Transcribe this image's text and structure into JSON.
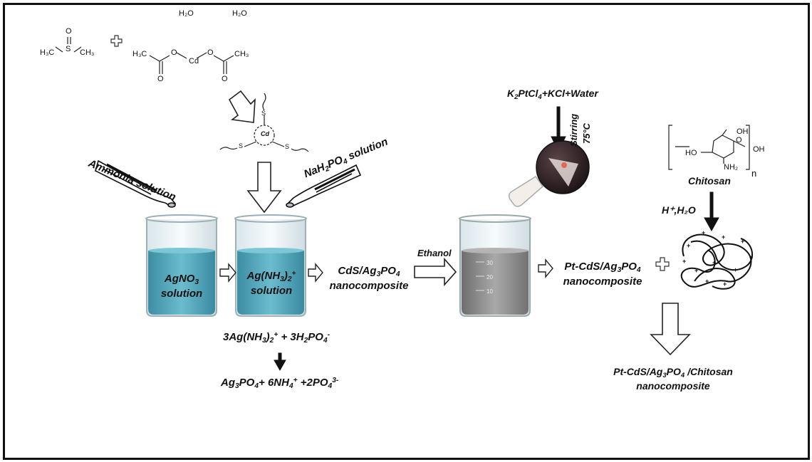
{
  "reagents_top": {
    "h2o_left": "H₂O",
    "h2o_right": "H₂O",
    "dmso_s": "S",
    "dmso_o": "O",
    "dmso_ch3_left": "H₃C",
    "dmso_ch3_right": "CH₃",
    "acetate_o1": "O",
    "acetate_o2": "O",
    "acetate_o3": "O",
    "acetate_o4": "O",
    "acetate_cd": "Cd",
    "acetate_ch3_left": "H₃C",
    "acetate_ch3_right": "CH₃"
  },
  "complex": {
    "center": "Cd",
    "s1": "S",
    "s2": "S",
    "s3": "S"
  },
  "labels": {
    "ammonia": "Ammonia solution",
    "nah2po4_pre": "NaH",
    "nah2po4_sub1": "2",
    "nah2po4_mid": "PO",
    "nah2po4_sub2": "4",
    "nah2po4_post": " solution",
    "agno3_pre": "AgNO",
    "agno3_sub": "3",
    "agno3_line2": "solution",
    "agnh3_pre": "Ag(NH",
    "agnh3_sub": "3",
    "agnh3_mid": ")",
    "agnh3_sub2": "2",
    "agnh3_sup": "+",
    "agnh3_line2": "solution",
    "cds_pre": "CdS/Ag",
    "cds_sub1": "3",
    "cds_mid": "PO",
    "cds_sub2": "4",
    "cds_line2": "nanocomposite",
    "ethanol": "Ethanol",
    "k2ptcl4_a": "K",
    "k2ptcl4_s1": "2",
    "k2ptcl4_b": "PtCl",
    "k2ptcl4_s2": "4",
    "k2ptcl4_c": "+KCl+Water",
    "stirring": "Stirring",
    "temp": "75°C",
    "ptcds_pre": "Pt-CdS/Ag",
    "ptcds_sub1": "3",
    "ptcds_mid": "PO",
    "ptcds_sub2": "4",
    "ptcds_line2": "nanocomposite",
    "chitosan": "Chitosan",
    "chitosan_n": "n",
    "chitosan_oh1": "OH",
    "chitosan_oh2": "OH",
    "chitosan_ho": "HO",
    "chitosan_o": "O",
    "chitosan_nh2": "NH₂",
    "hplus": "H⁺,H₂O",
    "final_pre": "Pt-CdS/Ag",
    "final_sub1": "3",
    "final_mid": "PO",
    "final_sub2": "4",
    "final_post": " /Chitosan",
    "final_line2": "nanocomposite"
  },
  "reaction": {
    "line1_a": "3Ag(NH",
    "line1_s1": "3",
    "line1_b": ")",
    "line1_s2": "2",
    "line1_sup1": "+",
    "line1_c": " + 3H",
    "line1_s3": "2",
    "line1_d": "PO",
    "line1_s4": "4",
    "line1_sup2": "-",
    "line2_a": "Ag",
    "line2_s1": "3",
    "line2_b": "PO",
    "line2_s2": "4",
    "line2_c": "+ 6NH",
    "line2_s3": "4",
    "line2_sup1": "+",
    "line2_d": " +2PO",
    "line2_s4": "4",
    "line2_sup2": "3-"
  },
  "beaker_marks": [
    "30",
    "20",
    "10"
  ],
  "colors": {
    "blue_solution": "#4a9fb5",
    "grey_solution": "#8a8a8a",
    "flask_dark": "#2a2022"
  }
}
